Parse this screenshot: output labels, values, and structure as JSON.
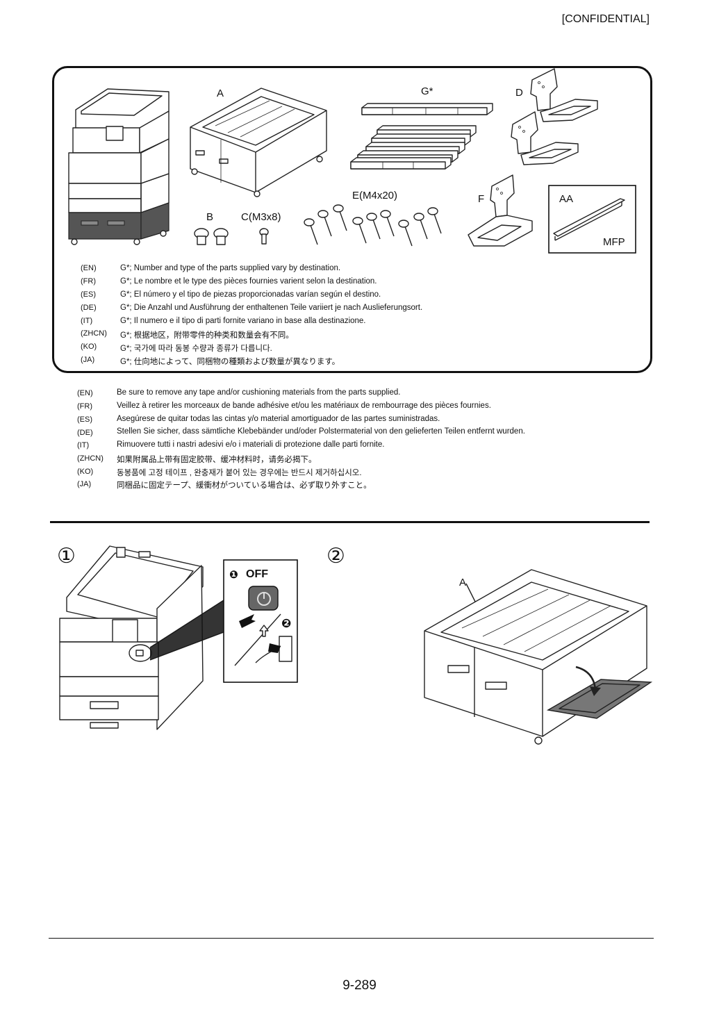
{
  "header": {
    "confidential": "[CONFIDENTIAL]"
  },
  "parts": {
    "labels": {
      "a": "A",
      "g": "G*",
      "d": "D",
      "e": "E(M4x20)",
      "f": "F",
      "aa": "AA",
      "mfp": "MFP",
      "b": "B",
      "c": "C(M3x8)"
    },
    "notes": [
      {
        "lang": "(EN)",
        "text": "G*; Number and type of the parts supplied vary by destination."
      },
      {
        "lang": "(FR)",
        "text": "G*; Le nombre et le type des pièces fournies varient selon la destination."
      },
      {
        "lang": "(ES)",
        "text": "G*; El número y el tipo de piezas proporcionadas varían según el destino."
      },
      {
        "lang": "(DE)",
        "text": "G*; Die Anzahl und Ausführung der enthaltenen Teile variiert je nach Auslieferungsort."
      },
      {
        "lang": "(IT)",
        "text": "G*; Il numero e il tipo di parti fornite variano in base alla destinazione."
      },
      {
        "lang": "(ZHCN)",
        "text": "G*; 根据地区，附带零件的种类和数量会有不同。"
      },
      {
        "lang": "(KO)",
        "text": "G*; 국가에 따라 동봉 수량과 종류가 다릅니다."
      },
      {
        "lang": "(JA)",
        "text": "G*; 仕向地によって、同梱物の種類および数量が異なります。"
      }
    ]
  },
  "warnings": [
    {
      "lang": "(EN)",
      "text": "Be sure to remove any tape and/or cushioning materials from the parts supplied."
    },
    {
      "lang": "(FR)",
      "text": "Veillez à retirer les morceaux de bande adhésive et/ou les matériaux de rembourrage des pièces fournies."
    },
    {
      "lang": "(ES)",
      "text": "Asegúrese de quitar todas las cintas y/o material amortiguador de las partes suministradas."
    },
    {
      "lang": "(DE)",
      "text": "Stellen Sie sicher, dass sämtliche Klebebänder und/oder Polstermaterial von den gelieferten Teilen entfernt wurden."
    },
    {
      "lang": "(IT)",
      "text": "Rimuovere tutti i nastri adesivi e/o i materiali di protezione dalle parti fornite."
    },
    {
      "lang": "(ZHCN)",
      "text": "如果附属品上带有固定胶带、缓冲材料时，请务必揭下。"
    },
    {
      "lang": "(KO)",
      "text": "동봉품에 고정 테이프 , 완충재가 붙어 있는 경우에는 반드시 제거하십시오."
    },
    {
      "lang": "(JA)",
      "text": "同梱品に固定テープ、緩衝材がついている場合は、必ず取り外すこと。"
    }
  ],
  "steps": {
    "step1": {
      "number": "①",
      "off_label": "OFF",
      "callout1": "❶",
      "callout2": "❷"
    },
    "step2": {
      "number": "②",
      "label_a": "A"
    }
  },
  "footer": {
    "page_number": "9-289"
  }
}
